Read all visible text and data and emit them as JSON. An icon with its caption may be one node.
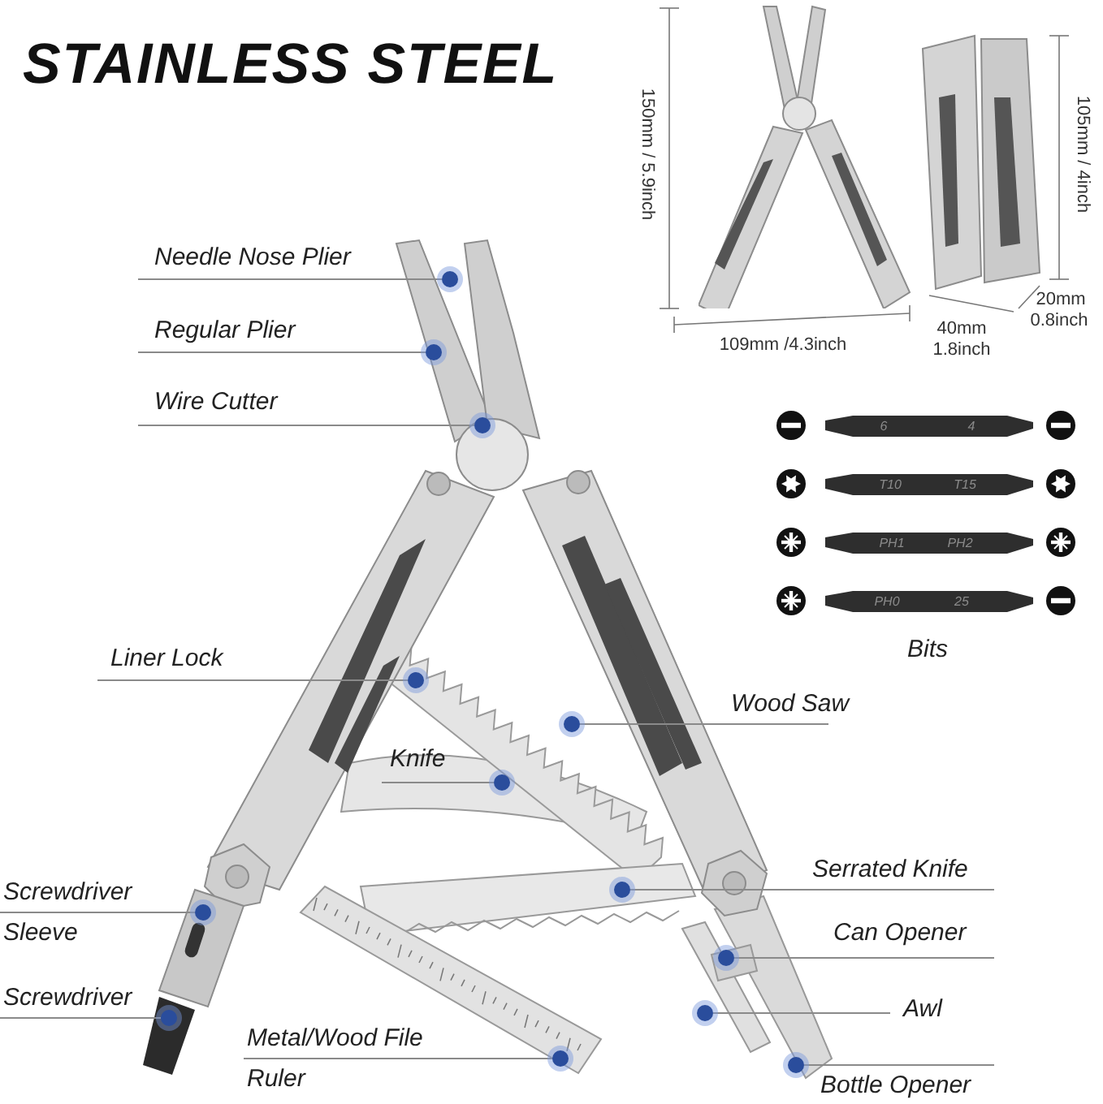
{
  "diagram": {
    "title": "STAINLESS STEEL",
    "nodes": [
      {
        "text": [
          "Needle Nose Plier"
        ]
      },
      {
        "text": [
          "Regular Plier"
        ]
      },
      {
        "text": [
          "Wire Cutter"
        ]
      },
      {
        "text": [
          "Liner Lock"
        ]
      },
      {
        "text": [
          "Knife"
        ]
      },
      {
        "text": [
          "Wood Saw"
        ]
      },
      {
        "text": [
          "Serrated Knife"
        ]
      },
      {
        "text": [
          "Can Opener"
        ]
      },
      {
        "text": [
          "Awl"
        ]
      },
      {
        "text": [
          "Bottle Opener"
        ]
      },
      {
        "text": [
          "Screwdriver",
          "Sleeve"
        ]
      },
      {
        "text": [
          "Screwdriver"
        ]
      },
      {
        "text": [
          "Metal/Wood File",
          "Ruler"
        ]
      },
      {
        "text": [],
        "shape": "circle"
      },
      {
        "text": [],
        "shape": "circle"
      },
      {
        "text": [],
        "shape": "circle"
      },
      {
        "text": [],
        "shape": "circle"
      },
      {
        "text": [],
        "shape": "circle"
      },
      {
        "text": [],
        "shape": "circle"
      },
      {
        "text": [],
        "shape": "circle"
      },
      {
        "text": [],
        "shape": "circle"
      },
      {
        "text": [],
        "shape": "circle"
      },
      {
        "text": [],
        "shape": "circle"
      },
      {
        "text": [],
        "shape": "circle"
      },
      {
        "text": [],
        "shape": "circle"
      },
      {
        "text": [],
        "shape": "circle"
      }
    ],
    "edges": [
      {
        "from": 0,
        "to": 13,
        "arrow": "none"
      },
      {
        "from": 1,
        "to": 14,
        "arrow": "none"
      },
      {
        "from": 2,
        "to": 15,
        "arrow": "none"
      },
      {
        "from": 3,
        "to": 16,
        "arrow": "none"
      },
      {
        "from": 4,
        "to": 17,
        "arrow": "none"
      },
      {
        "from": 5,
        "to": 18,
        "arrow": "none"
      },
      {
        "from": 6,
        "to": 19,
        "arrow": "none"
      },
      {
        "from": 7,
        "to": 20,
        "arrow": "none"
      },
      {
        "from": 8,
        "to": 21,
        "arrow": "none"
      },
      {
        "from": 9,
        "to": 22,
        "arrow": "none"
      },
      {
        "from": 10,
        "to": 23,
        "arrow": "none"
      },
      {
        "from": 11,
        "to": 24,
        "arrow": "none"
      },
      {
        "from": 12,
        "to": 25,
        "arrow": "none"
      }
    ],
    "labels": [
      "150mm / 5.9inch",
      "109mm /4.3inch",
      "105mm / 4inch",
      "40mm",
      "1.8inch",
      "20mm",
      "0.8inch",
      "6",
      "4",
      "T10",
      "T15",
      "PH1",
      "PH2",
      "PH0",
      "25",
      "Bits"
    ]
  }
}
